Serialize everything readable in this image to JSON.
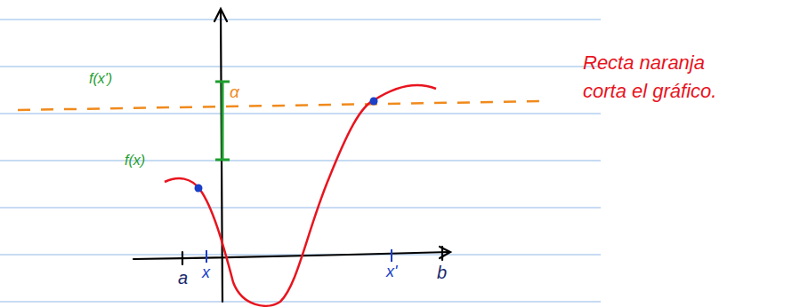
{
  "diagram": {
    "labels": [
      "f(x')",
      "α",
      "f(x)",
      "a",
      "x",
      "x'",
      "b",
      "Recta naranja corta el gráfico."
    ]
  }
}
